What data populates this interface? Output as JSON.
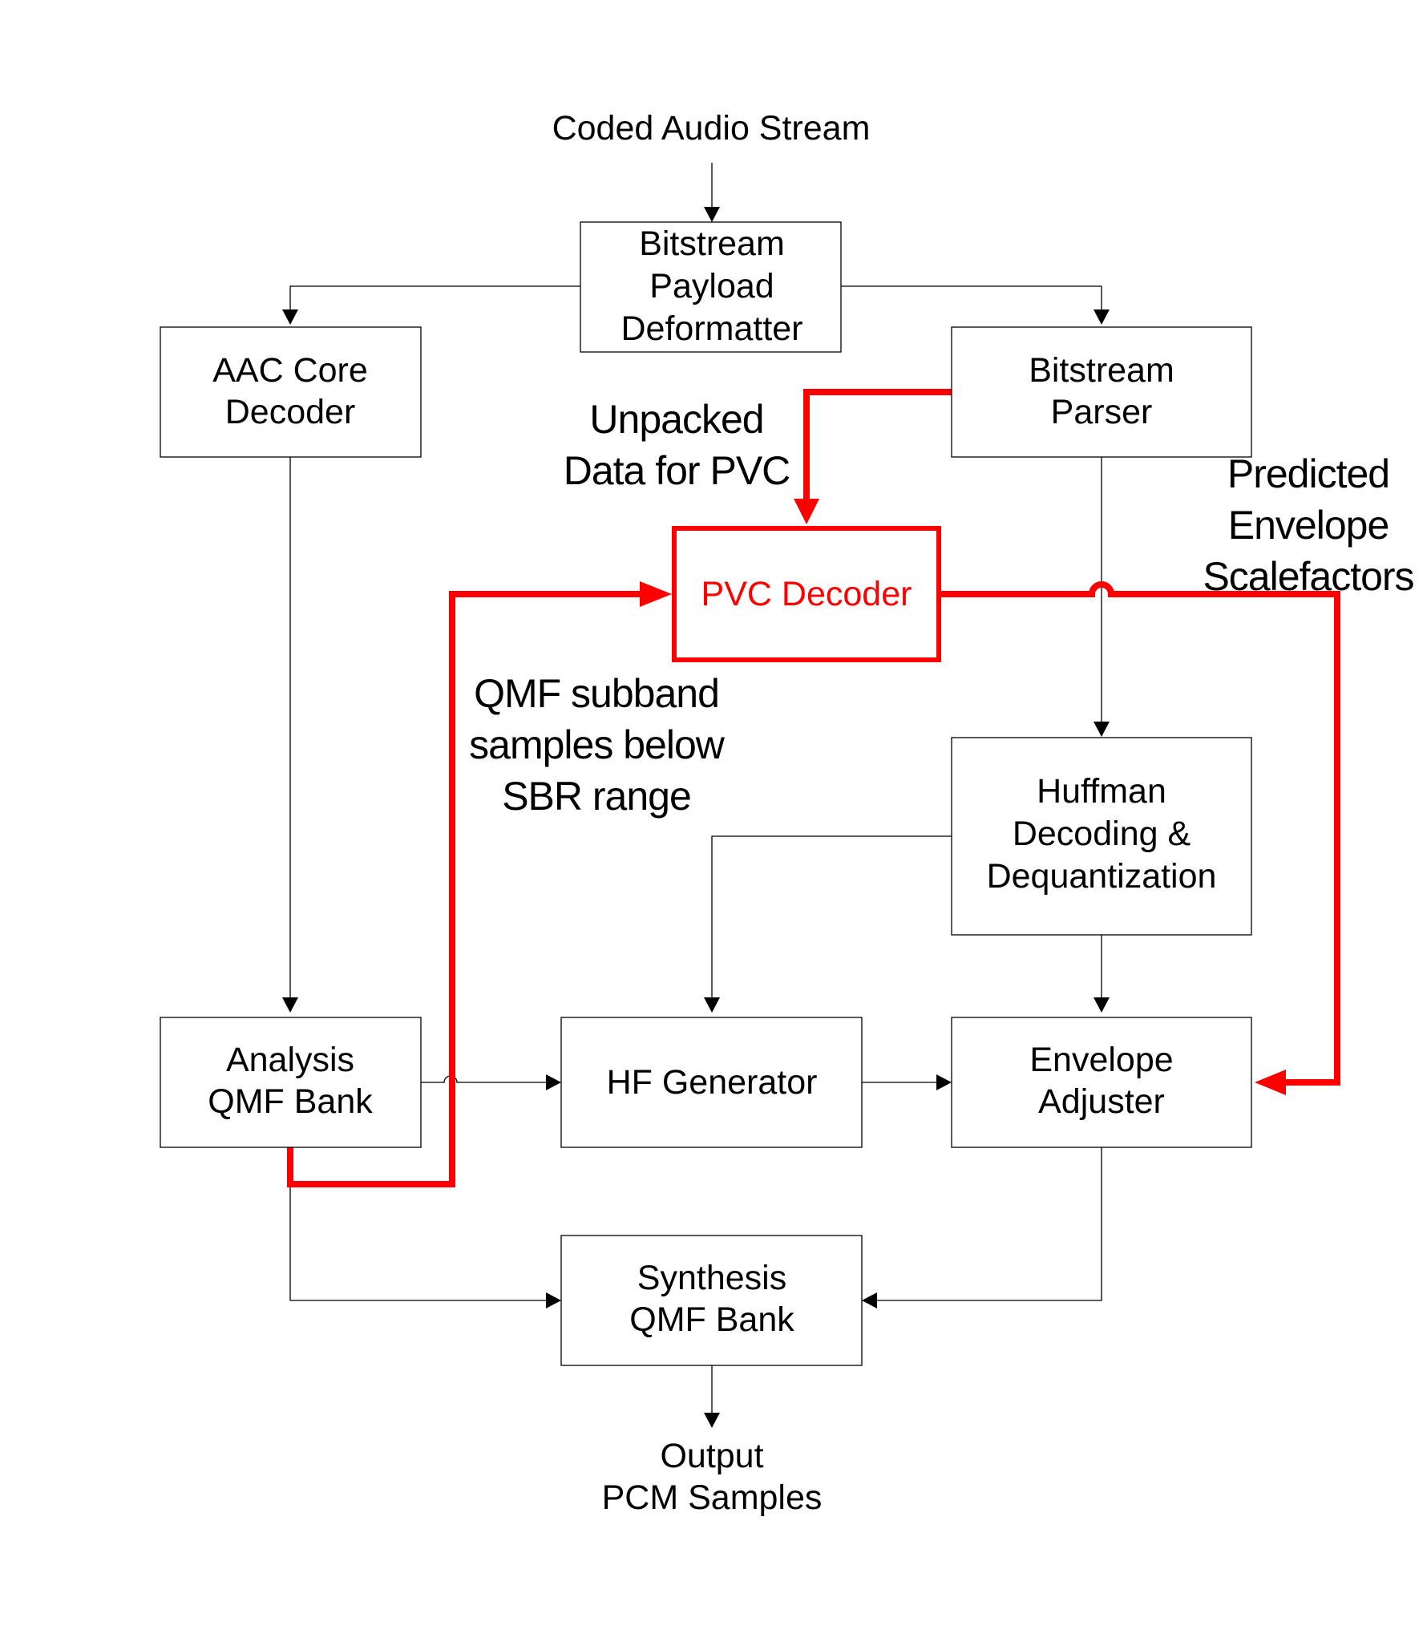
{
  "colors": {
    "line": "#000000",
    "highlight": "#ff0000",
    "background": "#ffffff"
  },
  "input_label": "Coded Audio Stream",
  "output_label": [
    "Output",
    "PCM Samples"
  ],
  "blocks": {
    "bitstream_payload_deformatter": [
      "Bitstream",
      "Payload",
      "Deformatter"
    ],
    "aac_core_decoder": [
      "AAC Core",
      "Decoder"
    ],
    "bitstream_parser": [
      "Bitstream",
      "Parser"
    ],
    "pvc_decoder": [
      "PVC Decoder"
    ],
    "huffman_decoding": [
      "Huffman",
      "Decoding &",
      "Dequantization"
    ],
    "analysis_qmf_bank": [
      "Analysis",
      "QMF Bank"
    ],
    "hf_generator": [
      "HF Generator"
    ],
    "envelope_adjuster": [
      "Envelope",
      "Adjuster"
    ],
    "synthesis_qmf_bank": [
      "Synthesis",
      "QMF Bank"
    ]
  },
  "annotations": {
    "unpacked_data": [
      "Unpacked",
      "Data for PVC"
    ],
    "predicted_envelope": [
      "Predicted",
      "Envelope",
      "Scalefactors"
    ],
    "qmf_subband": [
      "QMF subband",
      "samples below",
      "SBR range"
    ]
  }
}
